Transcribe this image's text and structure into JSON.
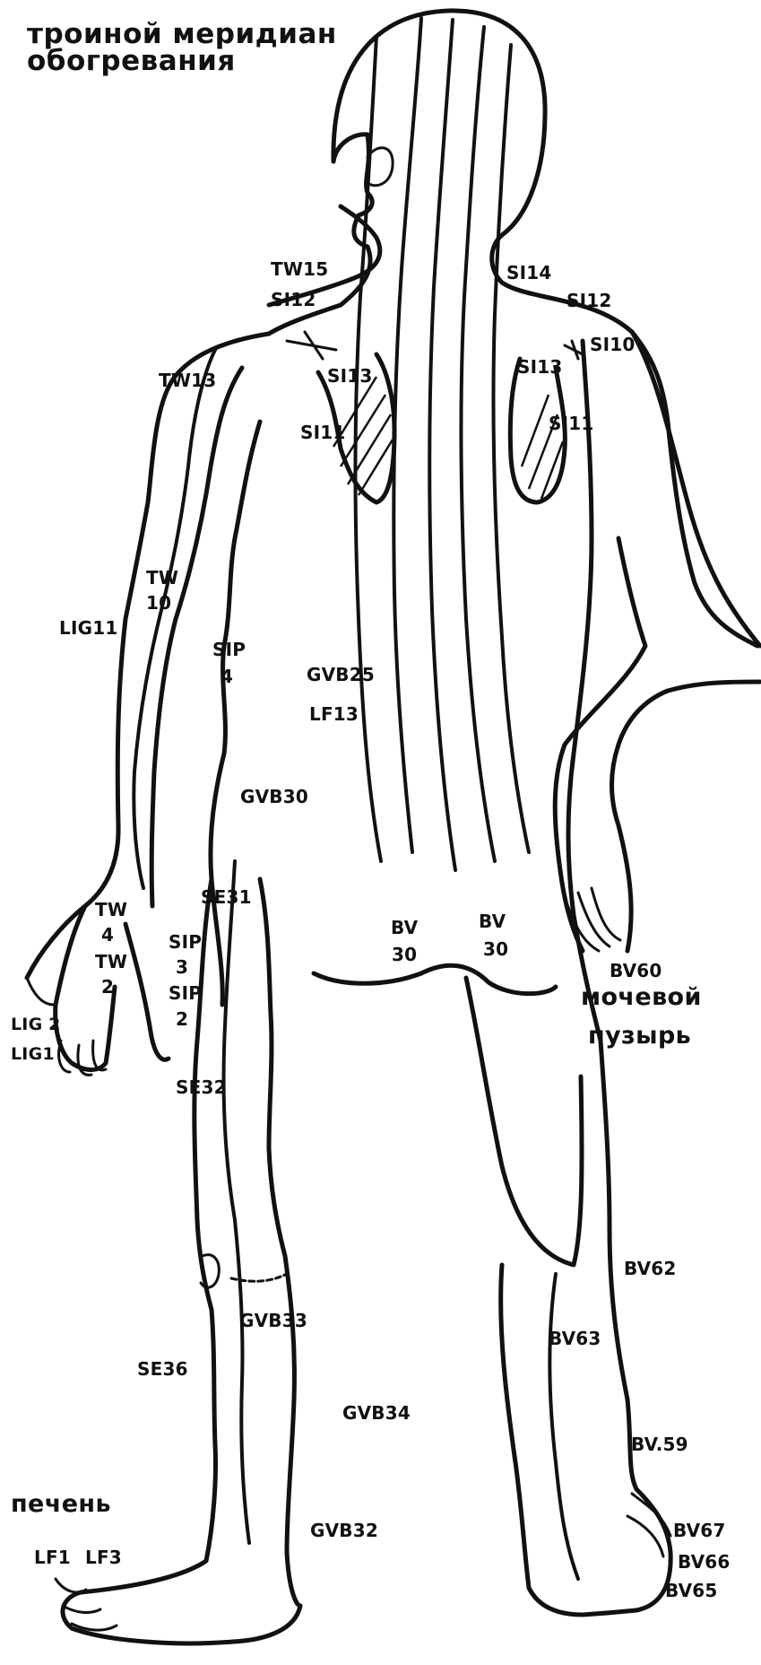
{
  "title_lines": [
    "троиной меридиан",
    "обогревания"
  ],
  "organ_labels": {
    "bladder_line1": "мочевой",
    "bladder_line2": "пузырь",
    "liver": "печень"
  },
  "points": {
    "TW15": "TW15",
    "SI12_left": "SI12",
    "TW13": "TW13",
    "SI13_left": "SI13",
    "SI11_left": "SI11",
    "SI14": "SI14",
    "SI12_right": "SI12",
    "SI10": "SI10",
    "SI13_right": "SI13",
    "SI11_right": "SI11",
    "TW10_top": "TW",
    "TW10_num": "10",
    "LIG11": "LIG11",
    "SIP4_top": "SIP",
    "SIP4_num": "4",
    "GVB25": "GVB25",
    "LF13": "LF13",
    "GVB30": "GVB30",
    "SE31": "SE31",
    "TW4_top": "TW",
    "TW4_num": "4",
    "TW2_top": "TW",
    "TW2_num": "2",
    "SIP3_top": "SIP",
    "SIP3_num": "3",
    "SIP2_top": "SIP",
    "SIP2_num": "2",
    "LIG2": "LIG 2",
    "LIG1": "LIG1",
    "SE32": "SE32",
    "BV30_left_top": "BV",
    "BV30_left_num": "30",
    "BV30_right_top": "BV",
    "BV30_right_num": "30",
    "BV60": "BV60",
    "BV62": "BV62",
    "GVB33": "GVB33",
    "BV63": "BV63",
    "SE36": "SE36",
    "GVB34": "GVB34",
    "BV59": "BV.59",
    "GVB32": "GVB32",
    "BV67": "BV67",
    "BV66": "BV66",
    "BV65": "BV65",
    "LF1": "LF1",
    "LF3": "LF3"
  }
}
